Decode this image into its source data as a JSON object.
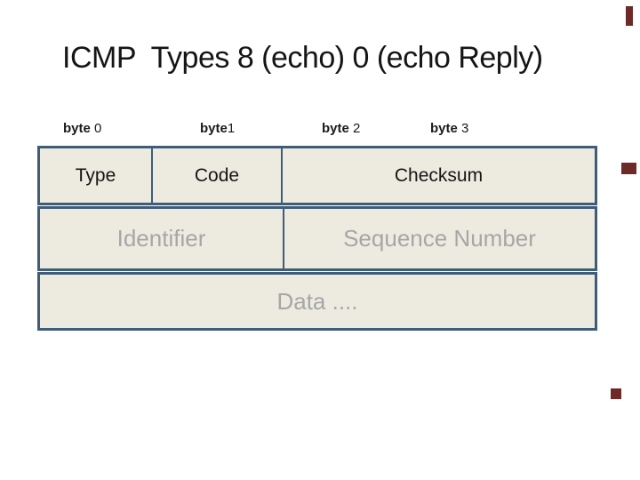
{
  "slide_title": "ICMP  Types 8 (echo) 0 (echo Reply)",
  "byte_labels": [
    {
      "word": "byte",
      "num": " 0"
    },
    {
      "word": "byte",
      "num": "1"
    },
    {
      "word": "byte",
      "num": " 2"
    },
    {
      "word": "byte",
      "num": " 3"
    }
  ],
  "packet_diagram": {
    "rows": [
      {
        "cells": [
          "Type",
          "Code",
          "Checksum"
        ]
      },
      {
        "cells": [
          "Identifier",
          "Sequence Number"
        ]
      },
      {
        "cells": [
          "Data ...."
        ]
      }
    ]
  },
  "colors": {
    "table_border": "#3f5c78",
    "cell_background": "#edebe0",
    "muted_text": "#a6a6a6",
    "title_text": "#151515",
    "accent_mark": "#6d2a27"
  }
}
